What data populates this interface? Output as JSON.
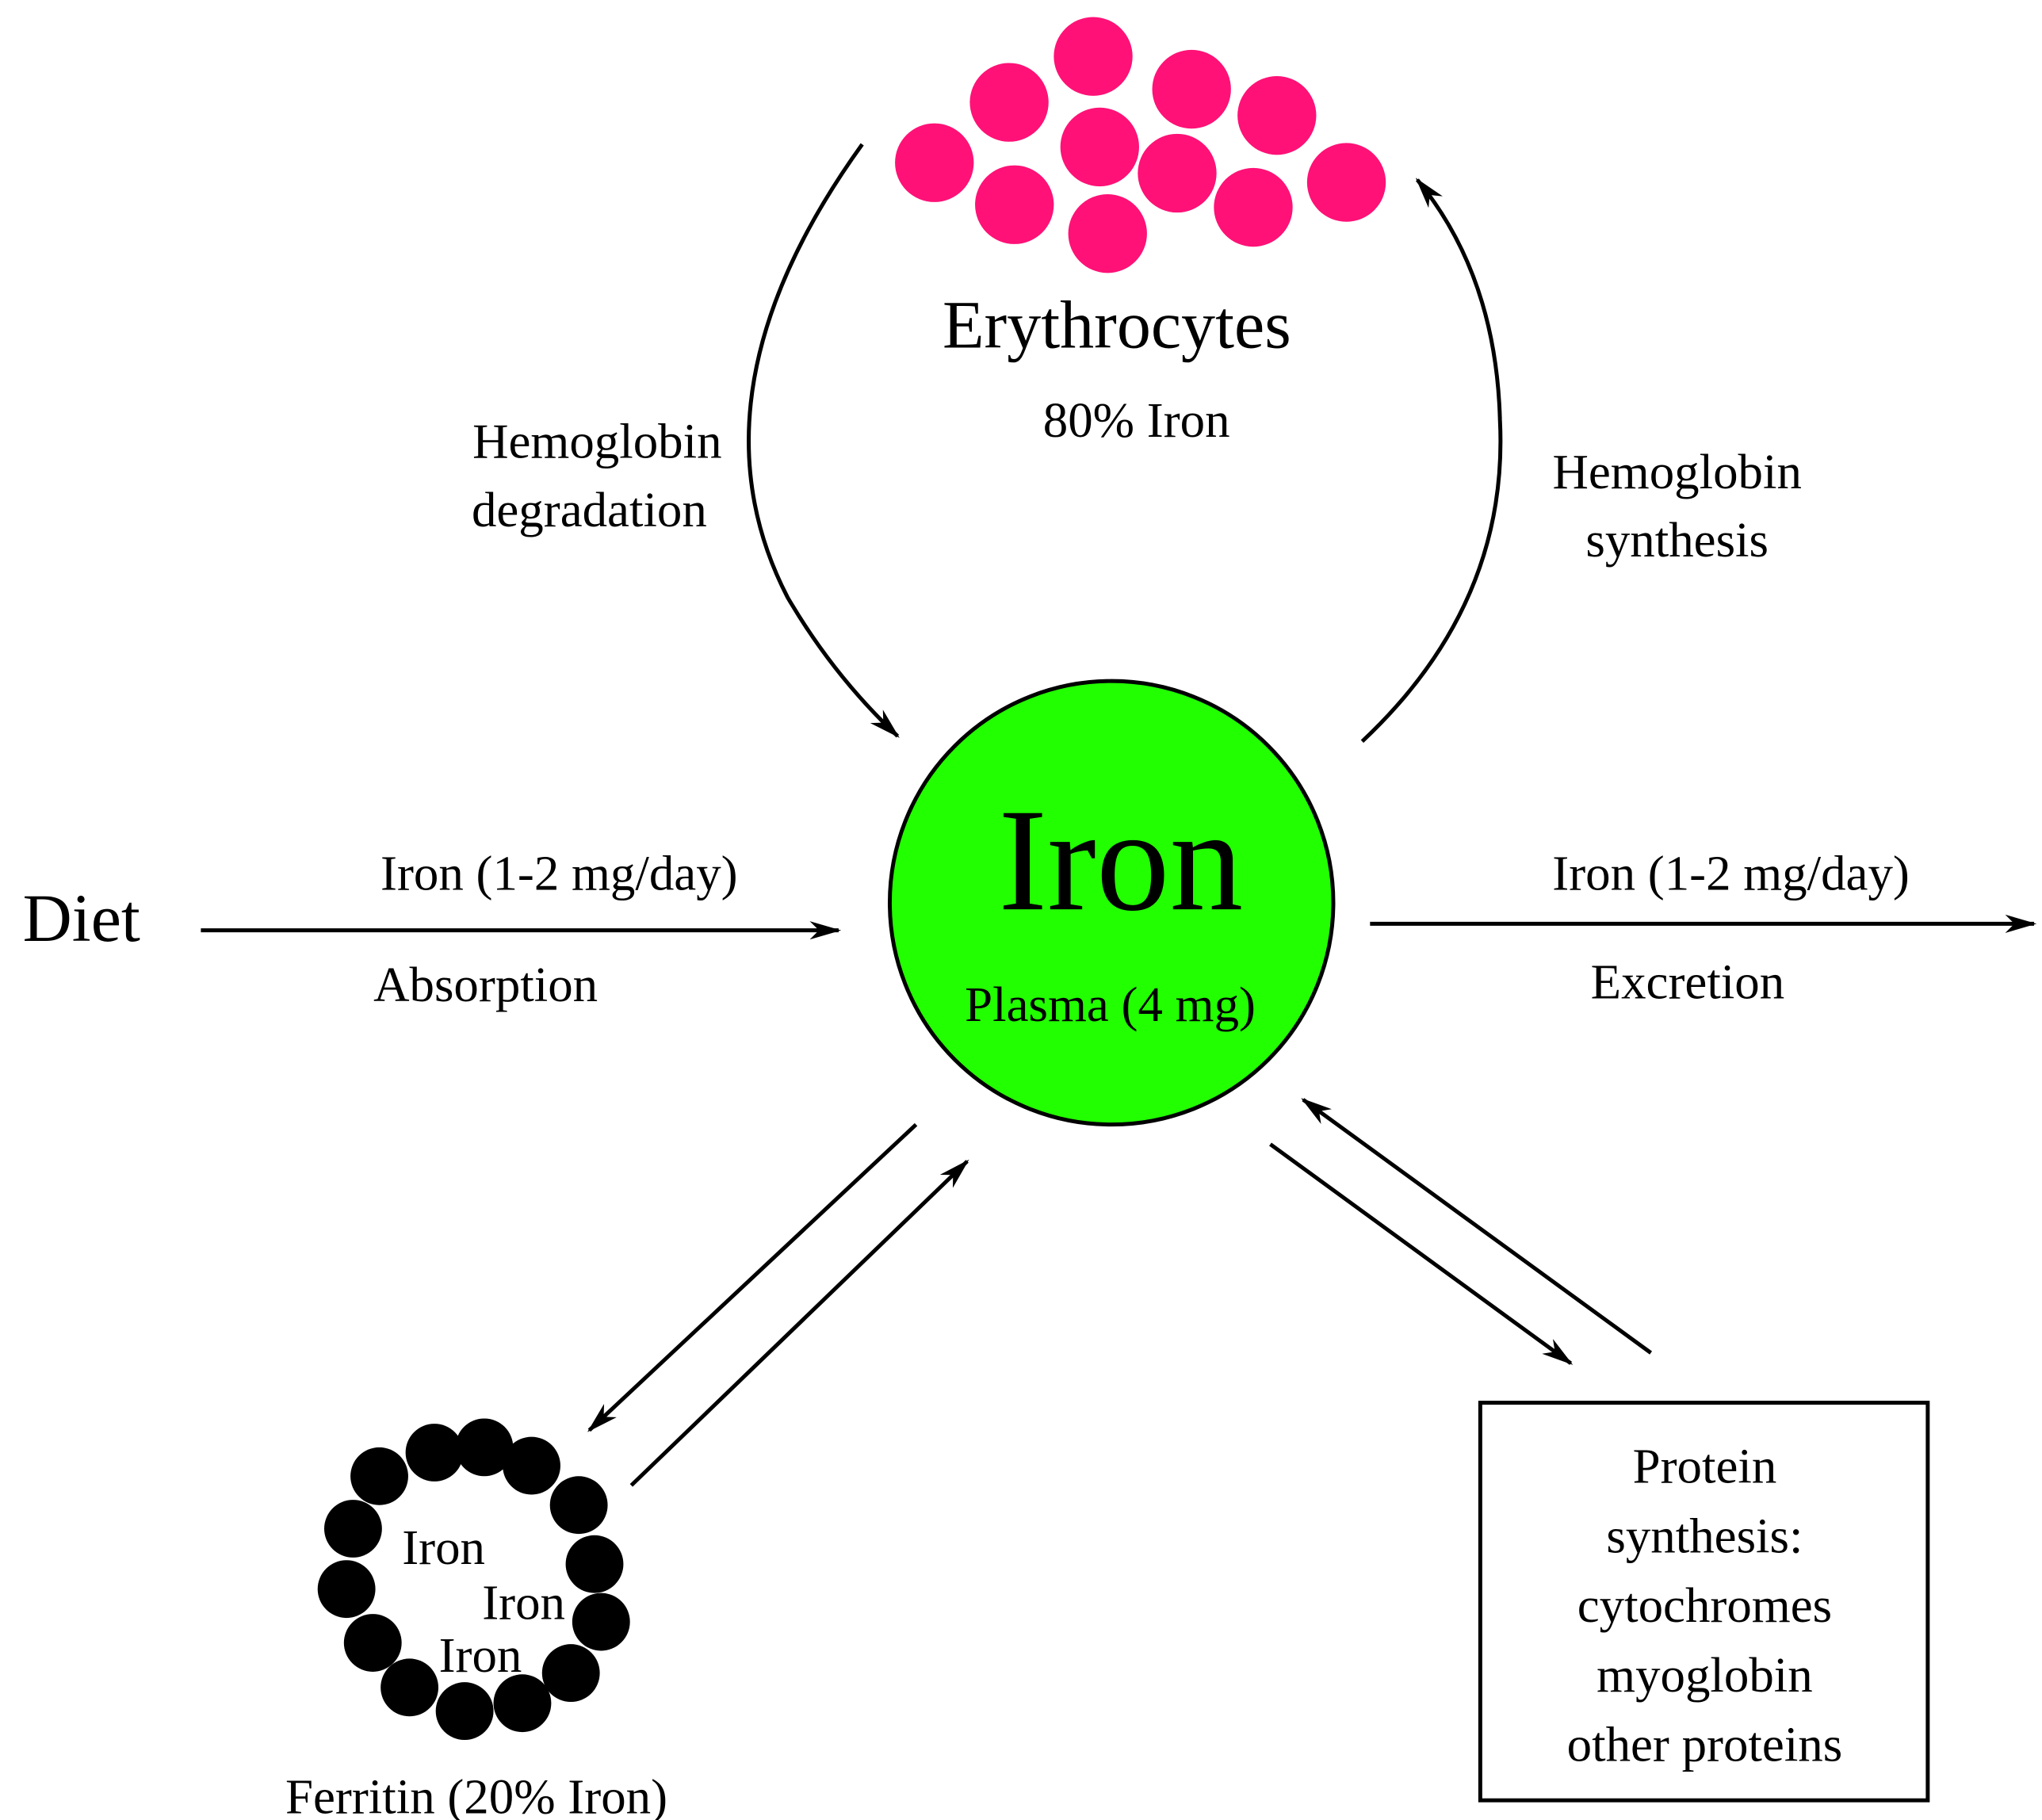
{
  "colors": {
    "plasma_fill": "#22ff00",
    "erythrocyte_fill": "#ff1177",
    "ferritin_fill": "#000000",
    "line": "#000000"
  },
  "erythrocytes": {
    "title": "Erythrocytes",
    "subtitle": "80% Iron"
  },
  "hemoglobin_degradation": {
    "line1": "Hemoglobin",
    "line2": "degradation"
  },
  "hemoglobin_synthesis": {
    "line1": "Hemoglobin",
    "line2": "synthesis"
  },
  "plasma": {
    "title": "Iron",
    "subtitle": "Plasma (4 mg)"
  },
  "diet": {
    "label": "Diet",
    "rate": "Iron (1-2 mg/day)",
    "process": "Absorption"
  },
  "excretion": {
    "rate": "Iron (1-2 mg/day)",
    "process": "Excretion"
  },
  "ferritin": {
    "inner_labels": [
      "Iron",
      "Iron",
      "Iron"
    ],
    "caption": "Ferritin (20% Iron)"
  },
  "protein_synthesis": {
    "lines": [
      "Protein",
      "synthesis:",
      "cytochromes",
      "myoglobin",
      "other proteins"
    ]
  }
}
